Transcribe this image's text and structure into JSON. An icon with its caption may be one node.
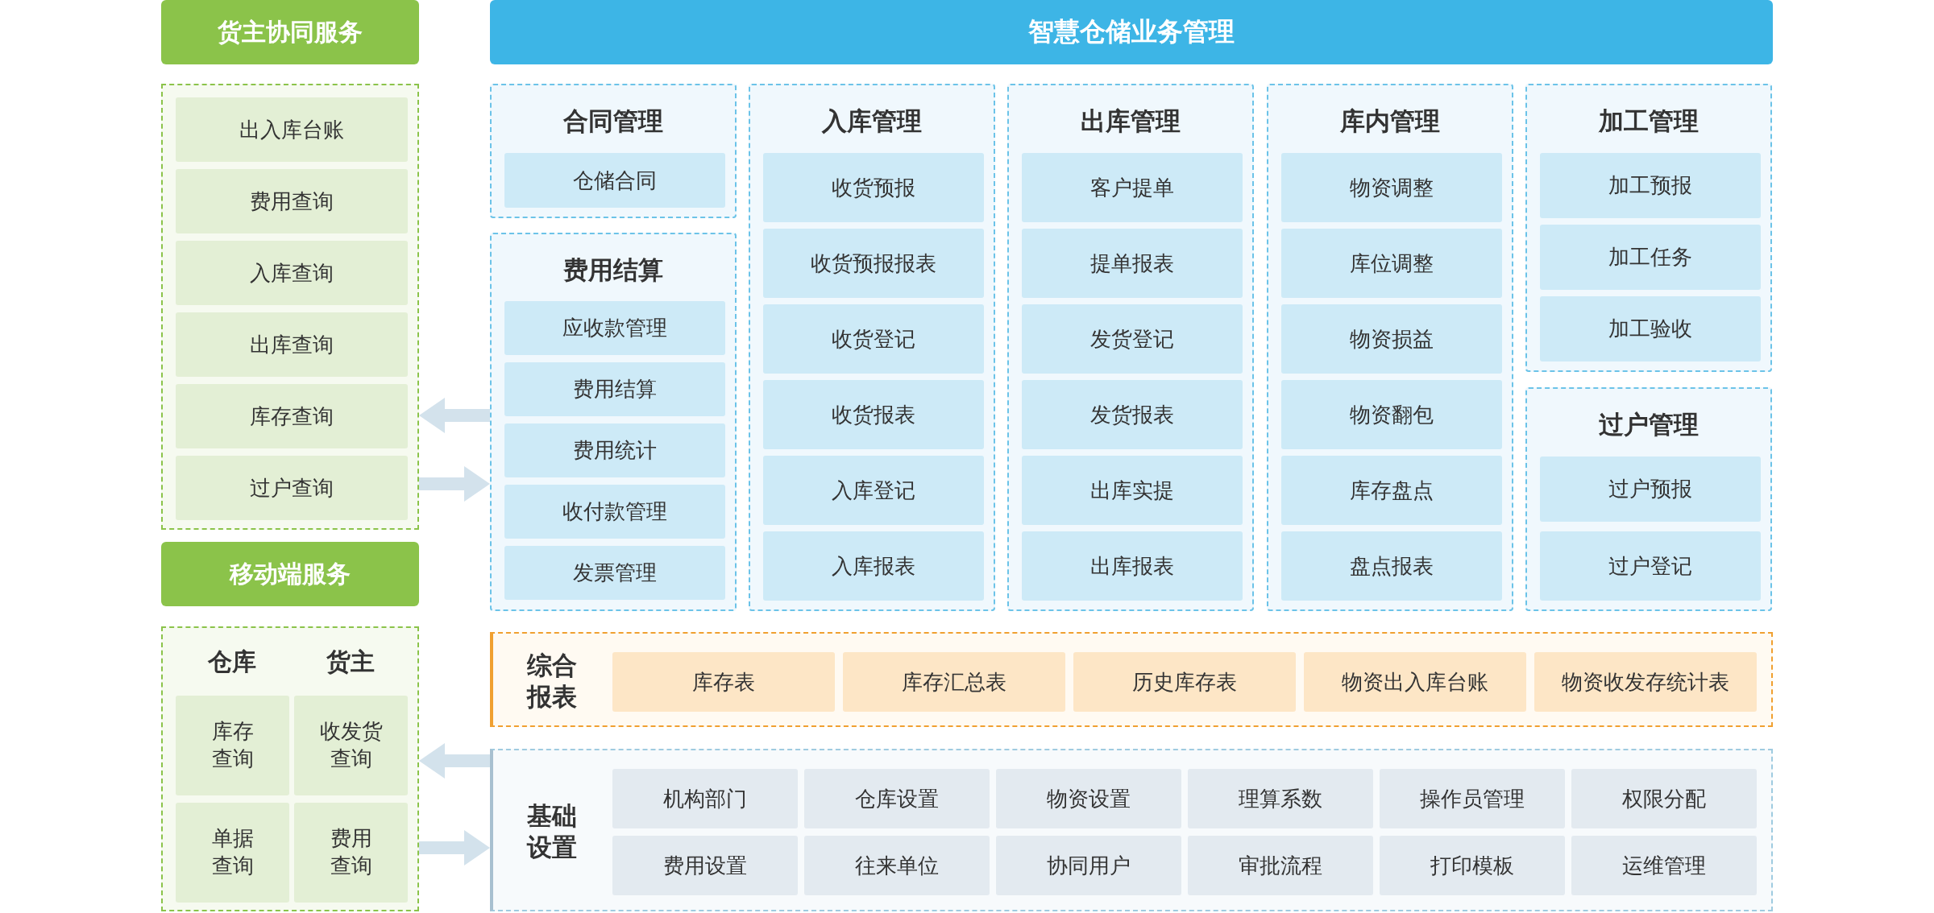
{
  "diagram": {
    "nodes": [
      {
        "text": [
          "货主协同服务"
        ]
      },
      {
        "text": [],
        "shape": "box"
      },
      {
        "text": [
          "出入库台账"
        ],
        "in": 1
      },
      {
        "text": [
          "费用查询"
        ],
        "in": 1
      },
      {
        "text": [
          "入库查询"
        ],
        "in": 1
      },
      {
        "text": [
          "出库查询"
        ],
        "in": 1
      },
      {
        "text": [
          "库存查询"
        ],
        "in": 1
      },
      {
        "text": [
          "过户查询"
        ],
        "in": 1
      },
      {
        "text": [
          "移动端服务"
        ]
      },
      {
        "text": [
          "仓库",
          "货主"
        ]
      },
      {
        "text": [
          "库存查询"
        ],
        "in": 9
      },
      {
        "text": [
          "收发货查询"
        ],
        "in": 9
      },
      {
        "text": [
          "单据查询"
        ],
        "in": 9
      },
      {
        "text": [
          "费用查询"
        ],
        "in": 9
      },
      {
        "text": [
          "智慧仓储业务管理"
        ]
      },
      {
        "text": [
          "合同管理"
        ]
      },
      {
        "text": [
          "仓储合同"
        ],
        "in": 15
      },
      {
        "text": [
          "费用结算"
        ]
      },
      {
        "text": [
          "应收款管理"
        ],
        "in": 17
      },
      {
        "text": [
          "费用结算"
        ],
        "in": 17
      },
      {
        "text": [
          "费用统计"
        ],
        "in": 17
      },
      {
        "text": [
          "收付款管理"
        ],
        "in": 17
      },
      {
        "text": [
          "发票管理"
        ],
        "in": 17
      },
      {
        "text": [
          "入库管理"
        ]
      },
      {
        "text": [
          "收货预报"
        ],
        "in": 23
      },
      {
        "text": [
          "收货预报报表"
        ],
        "in": 23
      },
      {
        "text": [
          "收货登记"
        ],
        "in": 23
      },
      {
        "text": [
          "收货报表"
        ],
        "in": 23
      },
      {
        "text": [
          "入库登记"
        ],
        "in": 23
      },
      {
        "text": [
          "入库报表"
        ],
        "in": 23
      },
      {
        "text": [
          "出库管理"
        ]
      },
      {
        "text": [
          "客户提单"
        ],
        "in": 30
      },
      {
        "text": [
          "提单报表"
        ],
        "in": 30
      },
      {
        "text": [
          "发货登记"
        ],
        "in": 30
      },
      {
        "text": [
          "发货报表"
        ],
        "in": 30
      },
      {
        "text": [
          "出库实提"
        ],
        "in": 30
      },
      {
        "text": [
          "出库报表"
        ],
        "in": 30
      },
      {
        "text": [
          "库内管理"
        ]
      },
      {
        "text": [
          "物资调整"
        ],
        "in": 37
      },
      {
        "text": [
          "库位调整"
        ],
        "in": 37
      },
      {
        "text": [
          "物资损益"
        ],
        "in": 37
      },
      {
        "text": [
          "物资翻包"
        ],
        "in": 37
      },
      {
        "text": [
          "库存盘点"
        ],
        "in": 37
      },
      {
        "text": [
          "盘点报表"
        ],
        "in": 37
      },
      {
        "text": [
          "加工管理"
        ]
      },
      {
        "text": [
          "加工预报"
        ],
        "in": 44
      },
      {
        "text": [
          "加工任务"
        ],
        "in": 44
      },
      {
        "text": [
          "加工验收"
        ],
        "in": 44
      },
      {
        "text": [
          "过户管理"
        ]
      },
      {
        "text": [
          "过户预报"
        ],
        "in": 48
      },
      {
        "text": [
          "过户登记"
        ],
        "in": 48
      },
      {
        "text": [
          "综合报表"
        ]
      },
      {
        "text": [
          "库存表"
        ],
        "in": 51
      },
      {
        "text": [
          "库存汇总表"
        ],
        "in": 51
      },
      {
        "text": [
          "历史库存表"
        ],
        "in": 51
      },
      {
        "text": [
          "物资出入库台账"
        ],
        "in": 51
      },
      {
        "text": [
          "物资收发存统计表"
        ],
        "in": 51
      },
      {
        "text": [
          "基础设置"
        ]
      },
      {
        "text": [
          "机构部门"
        ],
        "in": 57
      },
      {
        "text": [
          "仓库设置"
        ],
        "in": 57
      },
      {
        "text": [
          "物资设置"
        ],
        "in": 57
      },
      {
        "text": [
          "理算系数"
        ],
        "in": 57
      },
      {
        "text": [
          "操作员管理"
        ],
        "in": 57
      },
      {
        "text": [
          "权限分配"
        ],
        "in": 57
      },
      {
        "text": [
          "费用设置"
        ],
        "in": 57
      },
      {
        "text": [
          "往来单位"
        ],
        "in": 57
      },
      {
        "text": [
          "协同用户"
        ],
        "in": 57
      },
      {
        "text": [
          "审批流程"
        ],
        "in": 57
      },
      {
        "text": [
          "打印模板"
        ],
        "in": 57
      },
      {
        "text": [
          "运维管理"
        ],
        "in": 57
      }
    ],
    "edges": [
      {
        "from": 17,
        "to": 1,
        "arrow": "to"
      },
      {
        "from": 1,
        "to": 17,
        "arrow": "to"
      },
      {
        "from": 57,
        "to": 9,
        "arrow": "to"
      },
      {
        "from": 9,
        "to": 57,
        "arrow": "to"
      }
    ]
  }
}
